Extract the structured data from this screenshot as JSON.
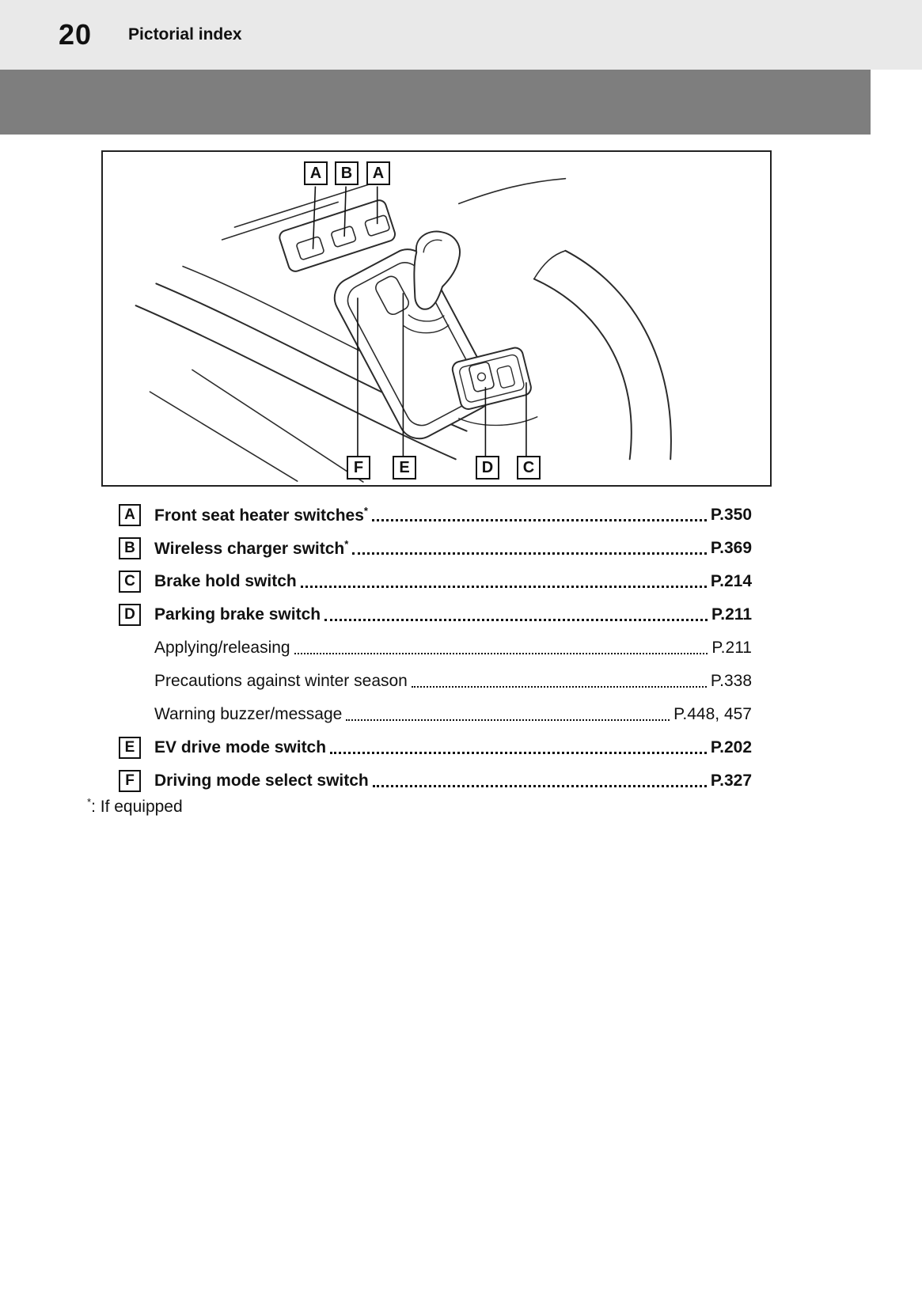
{
  "page": {
    "number": "20",
    "section_title": "Pictorial index"
  },
  "colors": {
    "header_bg": "#e9e9e9",
    "band": "#7e7e7e"
  },
  "diagram": {
    "callouts_top": [
      "A",
      "B",
      "A"
    ],
    "callouts_bottom": [
      "F",
      "E",
      "D",
      "C"
    ]
  },
  "index": {
    "entries": [
      {
        "letter": "A",
        "title": "Front seat heater switches",
        "star": "*",
        "page": "P.350"
      },
      {
        "letter": "B",
        "title": "Wireless charger switch",
        "star": "*",
        "page": "P.369"
      },
      {
        "letter": "C",
        "title": "Brake hold switch",
        "page": "P.214"
      },
      {
        "letter": "D",
        "title": "Parking brake switch",
        "page": "P.211",
        "sub": [
          {
            "title": "Applying/releasing",
            "page": "P.211"
          },
          {
            "title": "Precautions against winter season",
            "page": "P.338"
          },
          {
            "title": "Warning buzzer/message",
            "page": "P.448, 457"
          }
        ]
      },
      {
        "letter": "E",
        "title": "EV drive mode switch",
        "page": "P.202"
      },
      {
        "letter": "F",
        "title": "Driving mode select switch",
        "page": "P.327"
      }
    ],
    "footnote": {
      "symbol": "*",
      "text": ": If equipped"
    }
  }
}
